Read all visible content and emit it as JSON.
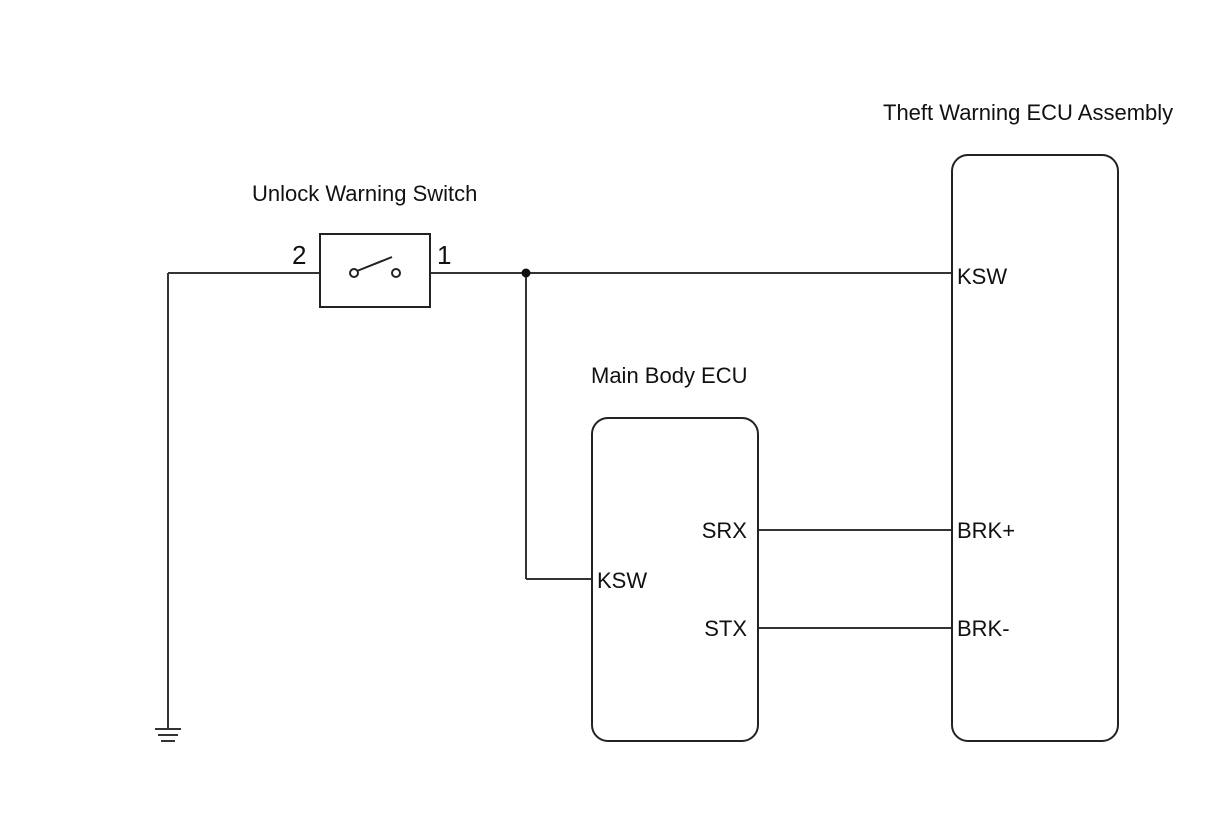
{
  "components": {
    "unlock_switch": {
      "label": "Unlock Warning Switch",
      "pin_left": "2",
      "pin_right": "1"
    },
    "main_body_ecu": {
      "label": "Main Body ECU",
      "pins": {
        "ksw": "KSW",
        "srx": "SRX",
        "stx": "STX"
      }
    },
    "theft_warning_ecu": {
      "label": "Theft Warning ECU Assembly",
      "pins": {
        "ksw": "KSW",
        "brk_plus": "BRK+",
        "brk_minus": "BRK-"
      }
    }
  },
  "connections": [
    {
      "from": "Unlock Warning Switch 1",
      "to": "Theft Warning ECU Assembly KSW"
    },
    {
      "from": "Unlock Warning Switch 1",
      "to": "Main Body ECU KSW"
    },
    {
      "from": "Main Body ECU SRX",
      "to": "Theft Warning ECU Assembly BRK+"
    },
    {
      "from": "Main Body ECU STX",
      "to": "Theft Warning ECU Assembly BRK-"
    },
    {
      "from": "Unlock Warning Switch 2",
      "to": "ground"
    }
  ]
}
